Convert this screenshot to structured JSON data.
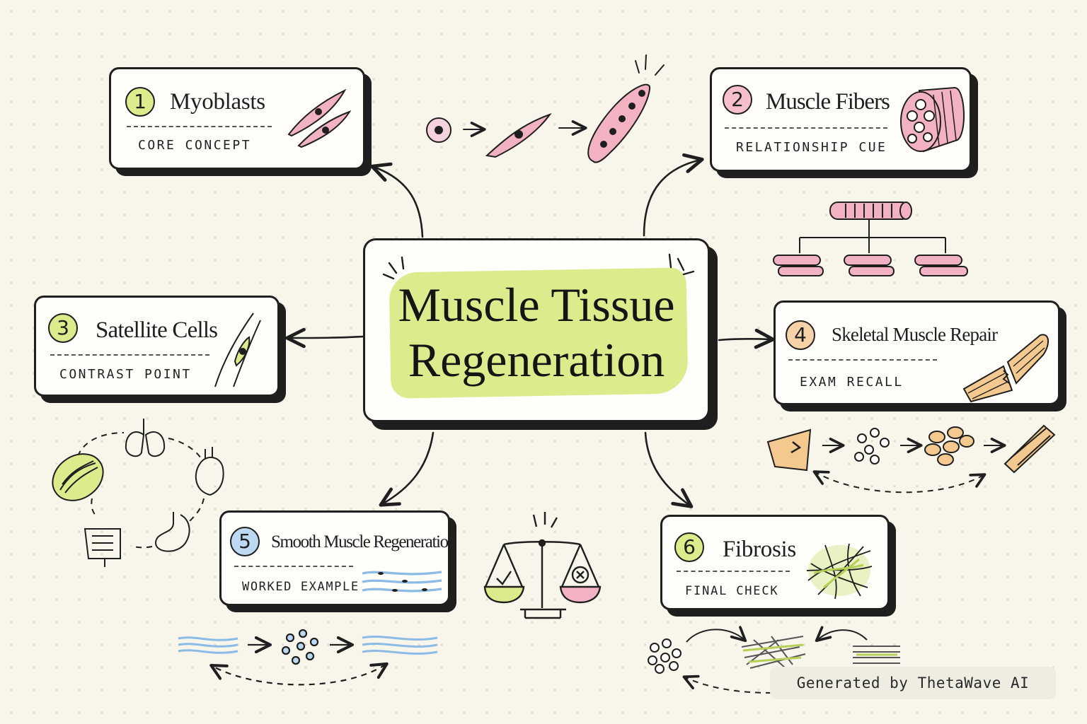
{
  "diagram": {
    "title": "Muscle Tissue Regeneration",
    "title_lines": [
      "Muscle Tissue",
      "Regeneration"
    ],
    "nodes": [
      {
        "number": "1",
        "title": "Myoblasts",
        "tag": "CORE CONCEPT",
        "badge_color": "#dceb8b",
        "icon": "myoblast-cells-icon"
      },
      {
        "number": "2",
        "title": "Muscle Fibers",
        "tag": "RELATIONSHIP CUE",
        "badge_color": "#f6bfcb",
        "icon": "fiber-bundle-icon"
      },
      {
        "number": "3",
        "title": "Satellite Cells",
        "tag": "CONTRAST POINT",
        "badge_color": "#dceb8b",
        "icon": "satellite-cell-icon"
      },
      {
        "number": "4",
        "title": "Skeletal Muscle Repair",
        "tag": "EXAM RECALL",
        "badge_color": "#f7d2a8",
        "icon": "torn-muscle-icon"
      },
      {
        "number": "5",
        "title": "Smooth Muscle Regeneration",
        "tag": "WORKED EXAMPLE",
        "badge_color": "#bcd8f2",
        "icon": "smooth-muscle-icon"
      },
      {
        "number": "6",
        "title": "Fibrosis",
        "tag": "FINAL CHECK",
        "badge_color": "#dceb8b",
        "icon": "fibrosis-mesh-icon"
      }
    ]
  },
  "colors": {
    "ink": "#1f1f1f",
    "lime": "#dceb8b",
    "pink": "#f3b2c2",
    "orange": "#f4c98f",
    "blue": "#a9cdef",
    "paper": "#f8f5ea"
  },
  "footer": {
    "watermark": "Generated by ThetaWave AI"
  }
}
